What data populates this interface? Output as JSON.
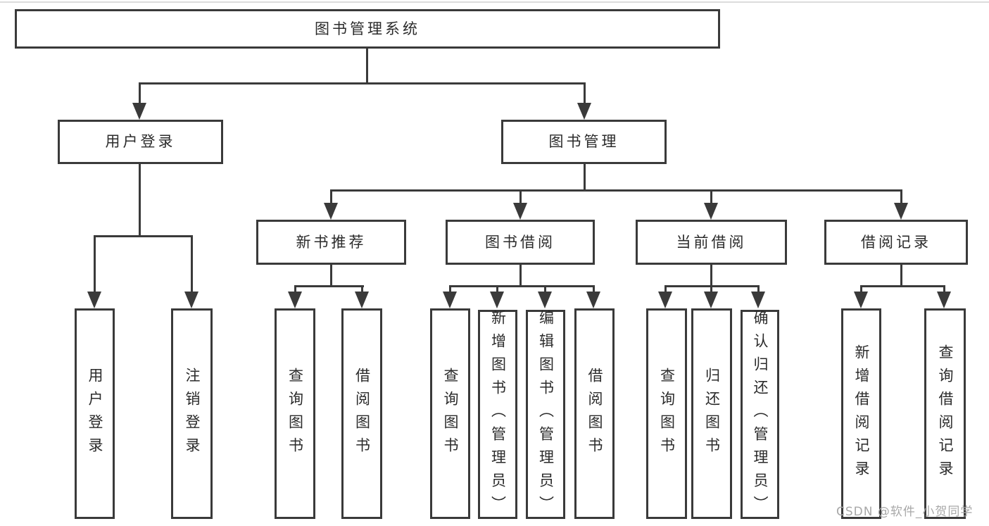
{
  "diagram": {
    "title": "图书管理系统",
    "level2": [
      {
        "label": "用户登录"
      },
      {
        "label": "图书管理"
      }
    ],
    "level3": [
      {
        "label": "新书推荐"
      },
      {
        "label": "图书借阅"
      },
      {
        "label": "当前借阅"
      },
      {
        "label": "借阅记录"
      }
    ],
    "leaves": [
      {
        "parent": "用户登录",
        "label": "用户登录"
      },
      {
        "parent": "用户登录",
        "label": "注销登录"
      },
      {
        "parent": "新书推荐",
        "label": "查询图书"
      },
      {
        "parent": "新书推荐",
        "label": "借阅图书"
      },
      {
        "parent": "图书借阅",
        "label": "查询图书"
      },
      {
        "parent": "图书借阅",
        "label": "新增图书（管理员）"
      },
      {
        "parent": "图书借阅",
        "label": "编辑图书（管理员）"
      },
      {
        "parent": "图书借阅",
        "label": "借阅图书"
      },
      {
        "parent": "当前借阅",
        "label": "查询图书"
      },
      {
        "parent": "当前借阅",
        "label": "归还图书"
      },
      {
        "parent": "当前借阅",
        "label": "确认归还（管理员）"
      },
      {
        "parent": "借阅记录",
        "label": "新增借阅记录"
      },
      {
        "parent": "借阅记录",
        "label": "查询借阅记录"
      }
    ],
    "watermark": "CSDN @软件_小贺同学",
    "colors": {
      "line": "#3a3a3a",
      "text": "#2b2b2b",
      "watermark": "#a8a8a8",
      "background": "#ffffff"
    }
  }
}
